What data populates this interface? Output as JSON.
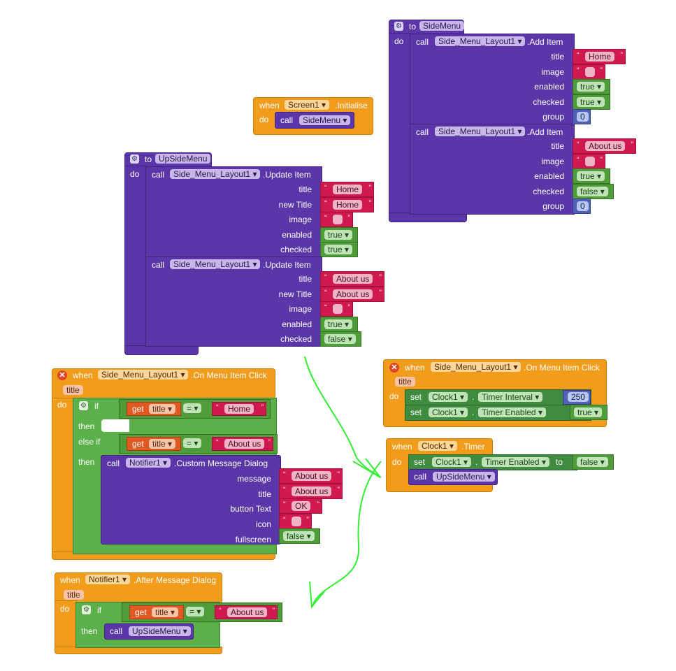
{
  "words": {
    "to": "to",
    "do": "do",
    "call": "call",
    "when": "when",
    "if": "if",
    "then": "then",
    "else_if": "else if",
    "get": "get",
    "set": "set",
    "eq": "=",
    "dot": ".",
    "arrow": "▾"
  },
  "proc_sidemenu": {
    "name": "SideMenu",
    "call1": {
      "component": "Side_Menu_Layout1",
      "method": ".Add Item",
      "title": "Home",
      "enabled": "true",
      "checked": "true",
      "group": "0"
    },
    "call2": {
      "component": "Side_Menu_Layout1",
      "method": ".Add Item",
      "title": "About us",
      "enabled": "true",
      "checked": "false",
      "group": "0"
    },
    "labels": {
      "title": "title",
      "image": "image",
      "enabled": "enabled",
      "checked": "checked",
      "group": "group"
    }
  },
  "screen_init": {
    "component": "Screen1",
    "event": ".Initialise",
    "call_target": "SideMenu"
  },
  "proc_upsidemenu": {
    "name": "UpSideMenu",
    "call1": {
      "component": "Side_Menu_Layout1",
      "method": ".Update Item",
      "title": "Home",
      "new_title": "Home",
      "enabled": "true",
      "checked": "true"
    },
    "call2": {
      "component": "Side_Menu_Layout1",
      "method": ".Update Item",
      "title": "About us",
      "new_title": "About us",
      "enabled": "true",
      "checked": "false"
    },
    "labels": {
      "title": "title",
      "new_title": "new Title",
      "image": "image",
      "enabled": "enabled",
      "checked": "checked"
    }
  },
  "menu_click_left": {
    "component": "Side_Menu_Layout1",
    "event": ".On Menu Item Click",
    "param": "title",
    "cond1": {
      "var": "title",
      "op": "=",
      "value": "Home"
    },
    "cond2": {
      "var": "title",
      "op": "=",
      "value": "About us"
    },
    "dialog": {
      "component": "Notifier1",
      "method": ".Custom Message Dialog",
      "message": "About us",
      "title": "About us",
      "button_text": "OK",
      "fullscreen": "false"
    },
    "labels": {
      "message": "message",
      "title": "title",
      "button_text": "button Text",
      "icon": "icon",
      "fullscreen": "fullscreen"
    }
  },
  "menu_click_right": {
    "component": "Side_Menu_Layout1",
    "event": ".On Menu Item Click",
    "param": "title",
    "set1": {
      "component": "Clock1",
      "property": "Timer Interval",
      "value": "250"
    },
    "set2": {
      "component": "Clock1",
      "property": "Timer Enabled",
      "value": "true"
    }
  },
  "clock_timer": {
    "component": "Clock1",
    "event": ".Timer",
    "set1": {
      "component": "Clock1",
      "property": "Timer Enabled",
      "value": "false"
    },
    "call_target": "UpSideMenu"
  },
  "after_dialog": {
    "component": "Notifier1",
    "event": ".After Message Dialog",
    "param": "title",
    "cond": {
      "var": "title",
      "op": "=",
      "value": "About us"
    },
    "call_target": "UpSideMenu"
  },
  "colors": {
    "procedure": "#5b36a8",
    "event": "#f29c1c",
    "text": "#d0194f",
    "logic": "#4f9d3a",
    "math": "#5060b6",
    "variable": "#e25822",
    "annotation": "#33ee33"
  }
}
